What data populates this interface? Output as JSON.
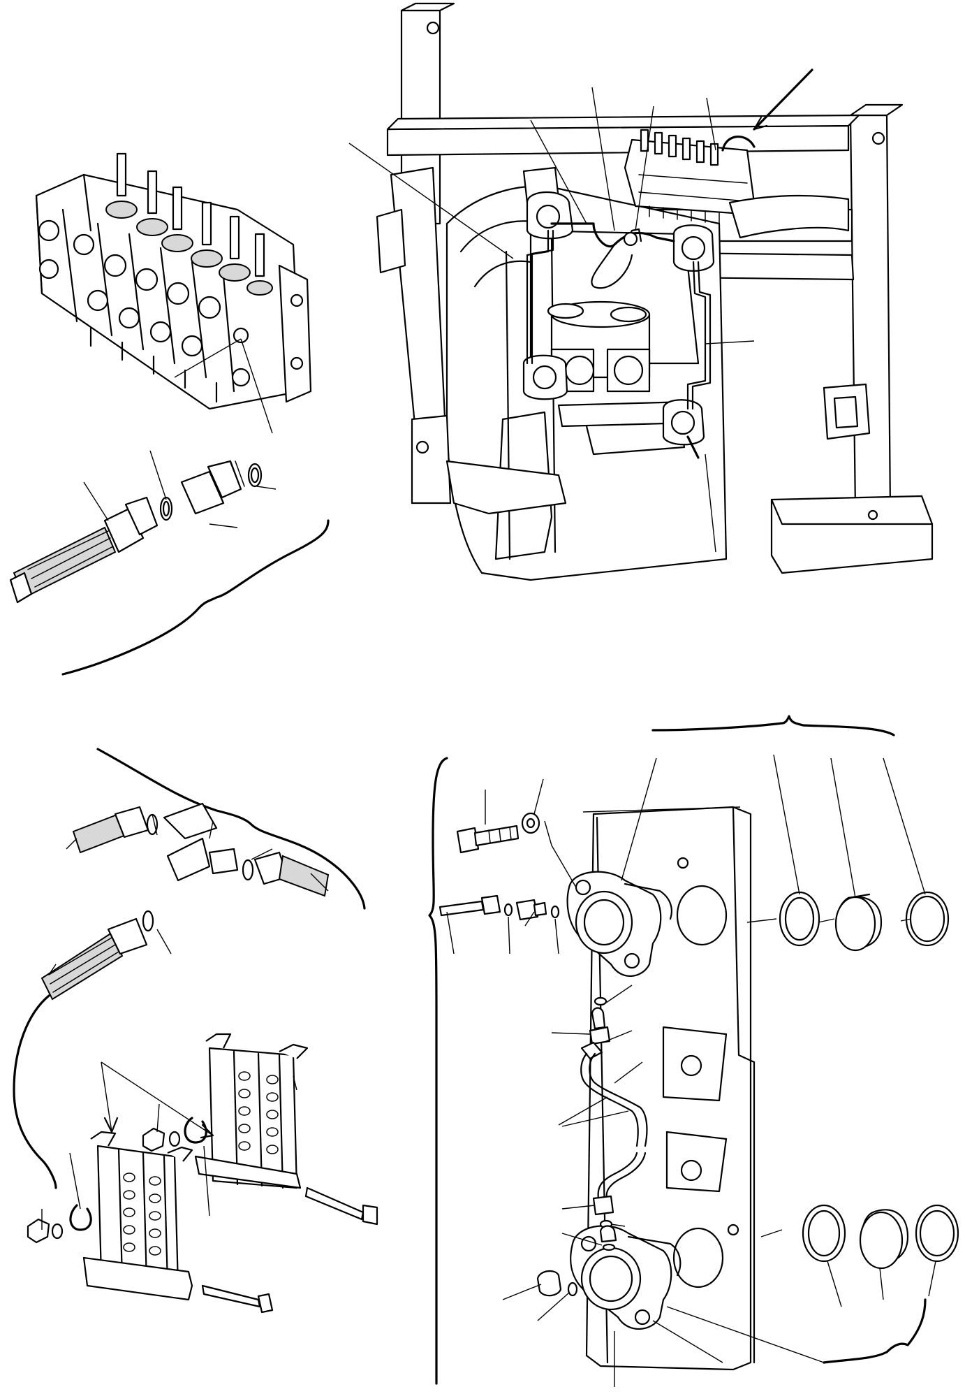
{
  "figure": {
    "background_color": "#ffffff",
    "line_color": "#000000",
    "groups": [
      {
        "id": "control-valve-fitting",
        "position": "top-left"
      },
      {
        "id": "swing-frame-piping",
        "position": "top-right"
      },
      {
        "id": "tee-and-hose-clamps",
        "position": "bottom-left"
      },
      {
        "id": "swing-plate-flanges",
        "position": "bottom-right"
      }
    ]
  }
}
